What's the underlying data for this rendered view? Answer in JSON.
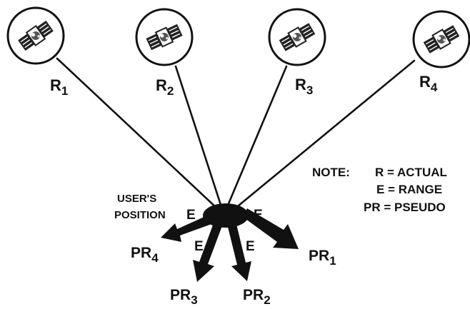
{
  "satellites": [
    {
      "label": "R",
      "sub": "1"
    },
    {
      "label": "R",
      "sub": "2"
    },
    {
      "label": "R",
      "sub": "3"
    },
    {
      "label": "R",
      "sub": "4"
    }
  ],
  "user_position": {
    "line1": "USER'S",
    "line2": "POSITION"
  },
  "error_labels": [
    "E",
    "E",
    "E",
    "E"
  ],
  "pseudoranges": [
    {
      "label": "PR",
      "sub": "1"
    },
    {
      "label": "PR",
      "sub": "2"
    },
    {
      "label": "PR",
      "sub": "3"
    },
    {
      "label": "PR",
      "sub": "4"
    }
  ],
  "note": {
    "title": "NOTE:",
    "lines": [
      "R = ACTUAL",
      "E = RANGE",
      "PR = PSEUDO"
    ]
  },
  "colors": {
    "ink": "#111111",
    "background": "#ffffff"
  }
}
